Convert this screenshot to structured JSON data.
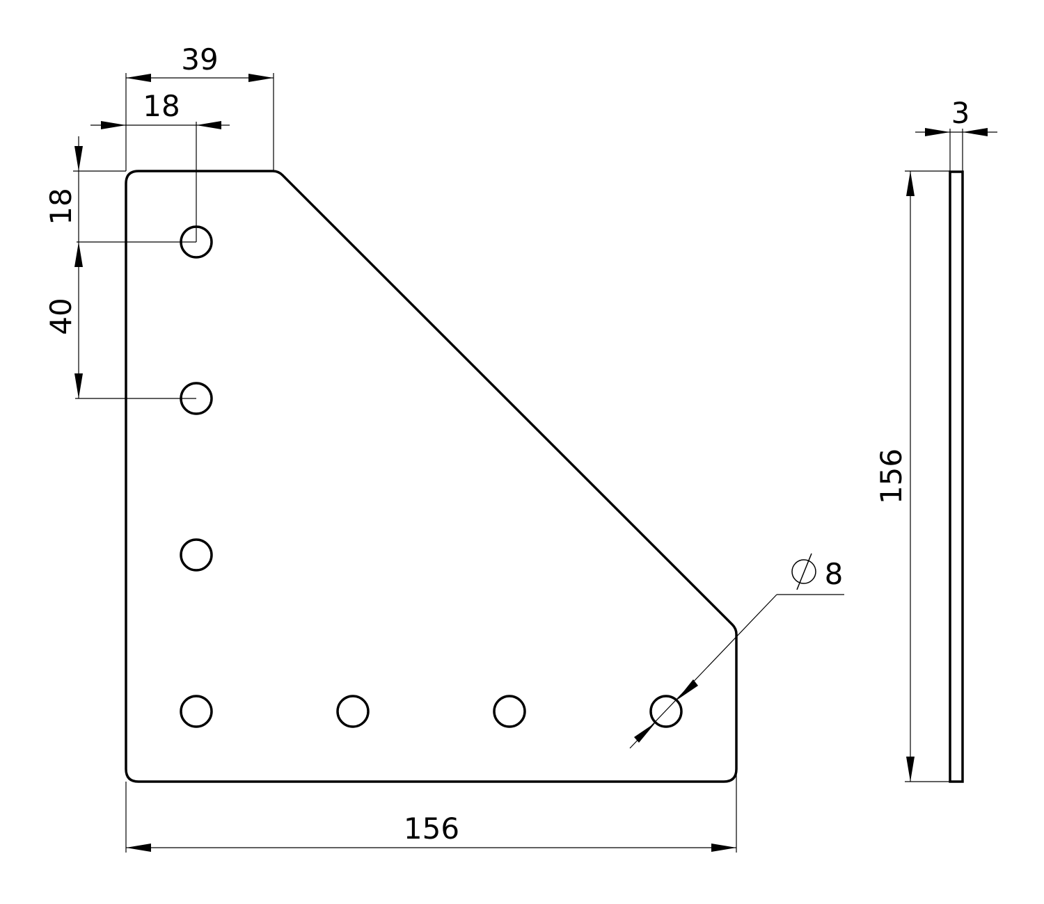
{
  "drawing": {
    "dimensions": {
      "top_overall": "39",
      "top_hole_offset": "18",
      "left_hole_offset": "18",
      "hole_spacing": "40",
      "bottom_width": "156",
      "side_height": "156",
      "thickness": "3",
      "hole_diameter": "8",
      "diameter_symbol": "Ø"
    },
    "hole_count": 7
  }
}
